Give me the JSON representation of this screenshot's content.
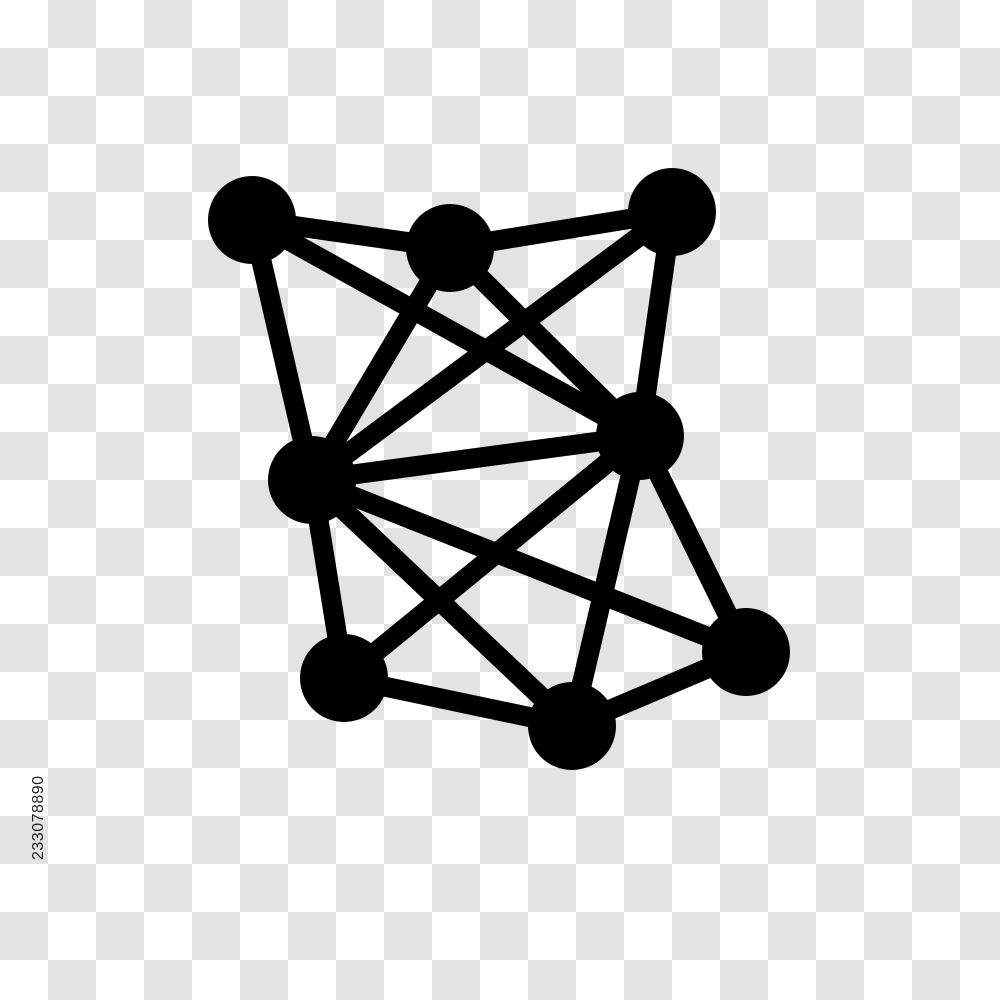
{
  "watermark": {
    "stock_id": "233078890"
  },
  "icon": {
    "name": "network-graph-icon",
    "color": "#000000",
    "nodes": [
      "n1",
      "n2",
      "n3",
      "n4",
      "n5",
      "n6",
      "n7",
      "n8"
    ]
  },
  "background": {
    "pattern": "transparency-checkerboard",
    "light": "#ffffff",
    "dark": "#e3e3e3"
  }
}
